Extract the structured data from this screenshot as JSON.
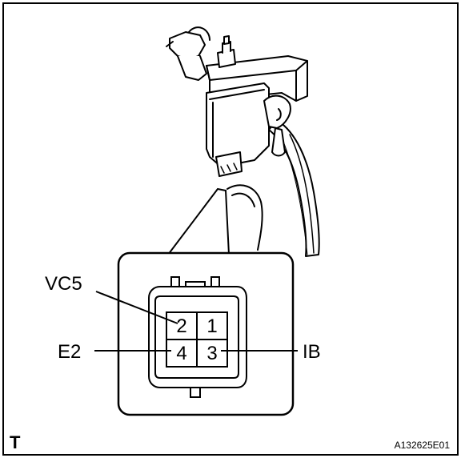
{
  "connector": {
    "pins": [
      "1",
      "2",
      "3",
      "4"
    ],
    "signals": {
      "vc5": "VC5",
      "e2": "E2",
      "ib": "IB"
    }
  },
  "footer": {
    "corner_mark": "T",
    "figure_code": "A132625E01"
  }
}
